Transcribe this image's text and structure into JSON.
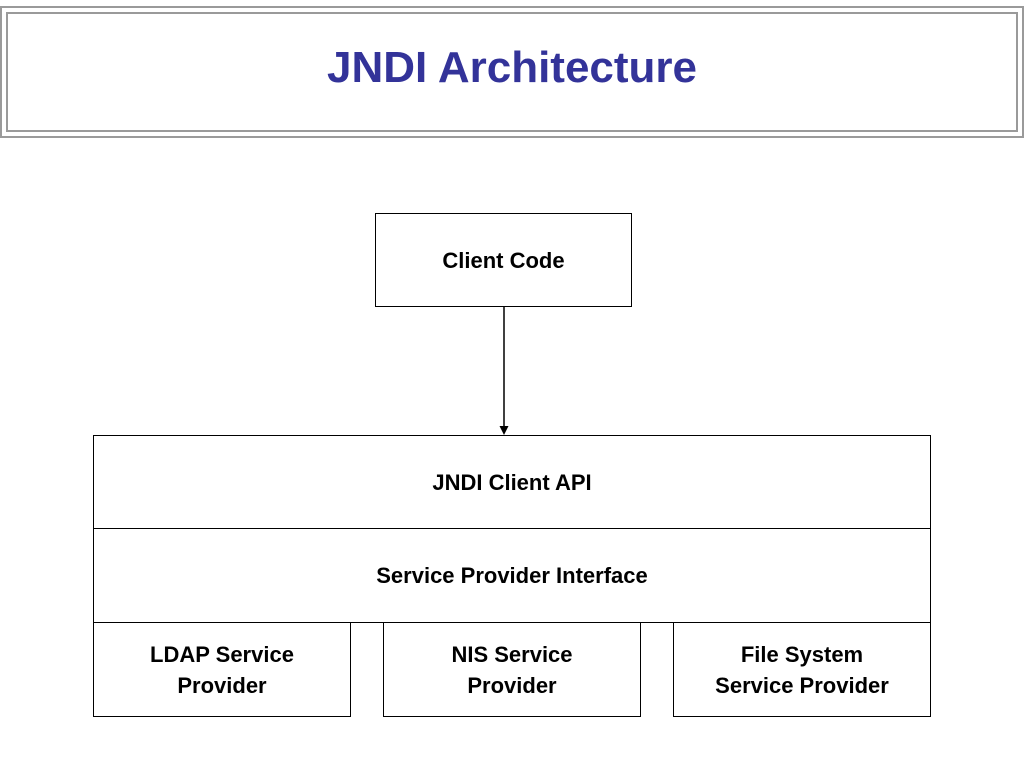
{
  "slide": {
    "title": "JNDI Architecture",
    "title_color": "#333399"
  },
  "diagram": {
    "client_code": "Client Code",
    "client_api": "JNDI Client API",
    "spi": "Service Provider Interface",
    "providers": [
      {
        "line1": "LDAP Service",
        "line2": "Provider"
      },
      {
        "line1": "NIS Service",
        "line2": "Provider"
      },
      {
        "line1": "File System",
        "line2": "Service Provider"
      }
    ],
    "edge": "client-code-to-jndi-client-api"
  }
}
